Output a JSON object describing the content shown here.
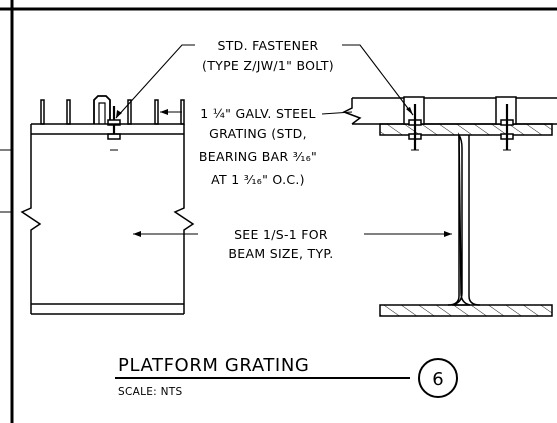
{
  "detail": {
    "title": "PLATFORM GRATING",
    "scale": "SCALE: NTS",
    "number": "6"
  },
  "notes": {
    "fastener": [
      "STD. FASTENER",
      "(TYPE Z/JW/1\" BOLT)"
    ],
    "grating": [
      "1 ¼\"  GALV. STEEL",
      "GRATING (STD,",
      "BEARING BAR ³⁄₁₆\"",
      "AT 1 ³⁄₁₆\" O.C.)"
    ],
    "beam": [
      "SEE 1/S-1 FOR",
      "BEAM SIZE, TYP."
    ]
  }
}
